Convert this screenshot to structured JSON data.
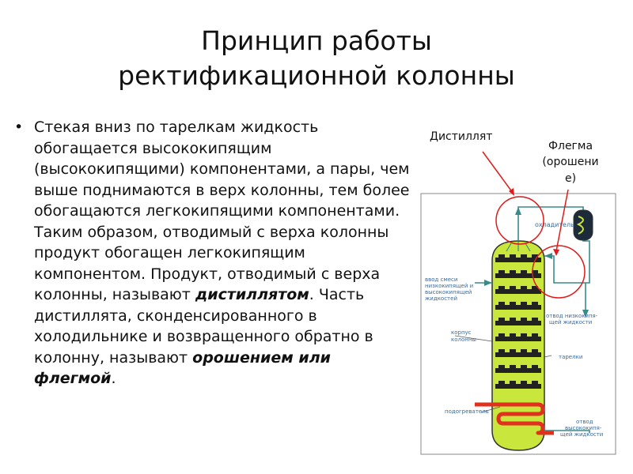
{
  "slide": {
    "title_line1": "Принцип работы",
    "title_line2": "ректификационной колонны",
    "body_parts": [
      "Стекая вниз по тарелкам жидкость обогащается высококипящим (высококипящими) компонентами, а пары, чем выше поднимаются в верх колонны, тем более обогащаются легкокипящими компонентами. Таким образом, отводимый с верха колонны продукт обогащен легкокипящим компонентом. Продукт, отводимый с верха колонны, называют ",
      "дистиллятом",
      ". Часть дистиллята, сконденсированного в холодильнике и возвращенного обратно в колонну, называют ",
      "орошением или флегмой",
      "."
    ]
  },
  "diagram": {
    "callout_distillate": "Дистиллят",
    "callout_reflux_line1": "Флегма",
    "callout_reflux_line2": "(орошени",
    "callout_reflux_line3": "е)",
    "label_cooler": "охладитель",
    "label_feed_line1": "ввод смеси",
    "label_feed_line2": "низкокипящей и",
    "label_feed_line3": "высококипящей",
    "label_feed_line4": "жидкостей",
    "label_low_out_line1": "отвод низкокипя-",
    "label_low_out_line2": "щей жидкости",
    "label_body_line1": "корпус",
    "label_body_line2": "колонны",
    "label_trays": "тарелки",
    "label_heater": "подогреватель",
    "label_high_out_line1": "отвод",
    "label_high_out_line2": "высококипя-",
    "label_high_out_line3": "щей жидкости",
    "colors": {
      "column_fill": "#c9e63c",
      "pipe": "#3a8a8a",
      "annotation": "#e01b1b",
      "heater": "#e0301e",
      "tray": "#222222"
    }
  }
}
